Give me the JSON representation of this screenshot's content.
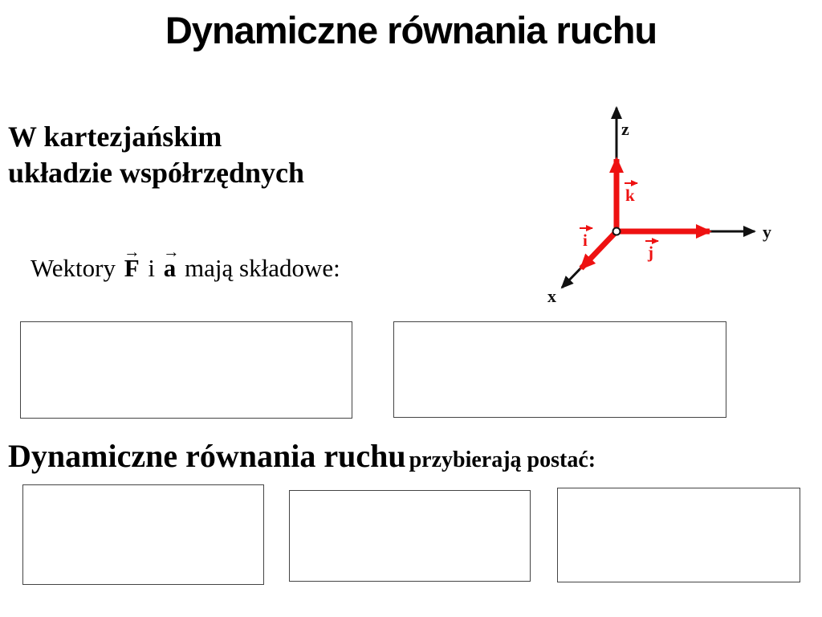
{
  "slide": {
    "title": "Dynamiczne równania ruchu",
    "intro_heading": {
      "line1": "W kartezjańskim",
      "line2": "układzie współrzędnych"
    },
    "vectors_sentence": {
      "lead": "Wektory",
      "vector_f": "F",
      "conjunction": "i",
      "vector_a": "a",
      "tail": "mają składowe:",
      "vector_arrow_glyph": "→"
    },
    "equations_heading": {
      "main": "Dynamiczne równania ruchu",
      "suffix": "przybierają postać:"
    },
    "diagram": {
      "axis_labels": {
        "z": "z",
        "y": "y",
        "x": "x"
      },
      "unit_vectors": {
        "k": "k",
        "j": "j",
        "i": "i"
      },
      "axis_color": "#111111",
      "unit_vector_color": "#ee1111"
    },
    "colors": {
      "background": "#ffffff",
      "text": "#000000",
      "box_border": "#444444"
    }
  }
}
